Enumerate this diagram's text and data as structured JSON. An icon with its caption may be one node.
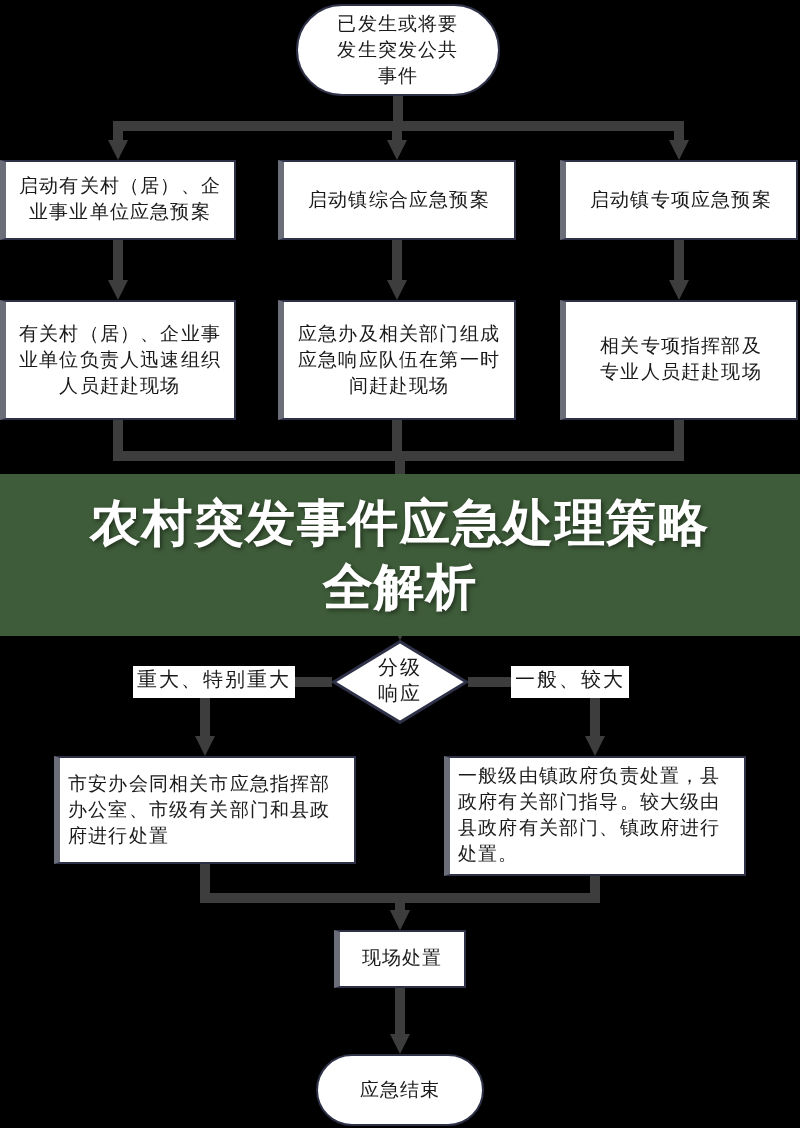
{
  "diagram": {
    "title": "农村突发事件应急处理策略全解析",
    "nodes": [
      {
        "text": [
          "已发生或将要发生突发公共事件"
        ]
      },
      {
        "text": [
          "启动有关村（居）、企业事业单位应急预案"
        ]
      },
      {
        "text": [
          "启动镇综合应急预案"
        ]
      },
      {
        "text": [
          "启动镇专项应急预案"
        ]
      },
      {
        "text": [
          "有关村（居）、企业事业单位负责人迅速组织人员赶赴现场"
        ]
      },
      {
        "text": [
          "应急办及相关部门组成应急响应队伍在第一时间赶赴现场"
        ]
      },
      {
        "text": [
          "相关专项指挥部及专业人员赶赴现场"
        ]
      },
      {
        "text": [
          "分级响应"
        ]
      },
      {
        "text": [
          "市安办会同相关市应急指挥部办公室、市级有关部门和县政府进行处置"
        ]
      },
      {
        "text": [
          "一般级由镇政府负责处置，县政府有关部门指导。较大级由县政府有关部门、镇政府进行处置。"
        ]
      },
      {
        "text": [
          "现场处置"
        ]
      },
      {
        "text": [
          "应急结束"
        ]
      }
    ],
    "edges": [
      {
        "from": 0,
        "to": 1,
        "arrow": "to"
      },
      {
        "from": 0,
        "to": 2,
        "arrow": "to"
      },
      {
        "from": 0,
        "to": 3,
        "arrow": "to"
      },
      {
        "from": 1,
        "to": 4,
        "arrow": "to"
      },
      {
        "from": 2,
        "to": 5,
        "arrow": "to"
      },
      {
        "from": 3,
        "to": 6,
        "arrow": "to"
      },
      {
        "from": 4,
        "to": 7,
        "arrow": "to"
      },
      {
        "from": 5,
        "to": 7,
        "arrow": "to"
      },
      {
        "from": 6,
        "to": 7,
        "arrow": "to"
      },
      {
        "from": 7,
        "to": 8,
        "arrow": "to",
        "label": "重大、特别重大"
      },
      {
        "from": 7,
        "to": 9,
        "arrow": "to",
        "label": "一般、较大"
      },
      {
        "from": 8,
        "to": 10,
        "arrow": "to"
      },
      {
        "from": 9,
        "to": 10,
        "arrow": "to"
      },
      {
        "from": 10,
        "to": 11,
        "arrow": "to"
      }
    ]
  }
}
